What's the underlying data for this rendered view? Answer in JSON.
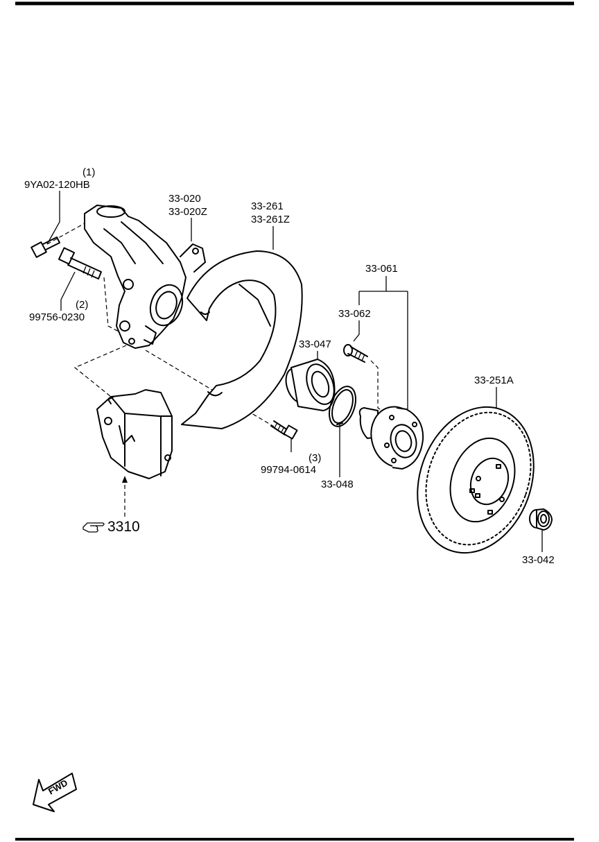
{
  "labels": {
    "bolt_knuckle_qty": "(1)",
    "bolt_knuckle": "9YA02-120HB",
    "knuckle_a": "33-020",
    "knuckle_b": "33-020Z",
    "dust_cover_a": "33-261",
    "dust_cover_b": "33-261Z",
    "hub_assembly": "33-061",
    "hub_bolt": "33-062",
    "bearing": "33-047",
    "snap_ring": "33-048",
    "disc": "33-251A",
    "bolt_cover": "99794-0614",
    "bolt_cover_qty": "(3)",
    "bolt_caliper": "99756-0230",
    "bolt_caliper_qty": "(2)",
    "lock_nut": "33-042",
    "caliper_ref": "3310",
    "fwd": "FWD"
  }
}
